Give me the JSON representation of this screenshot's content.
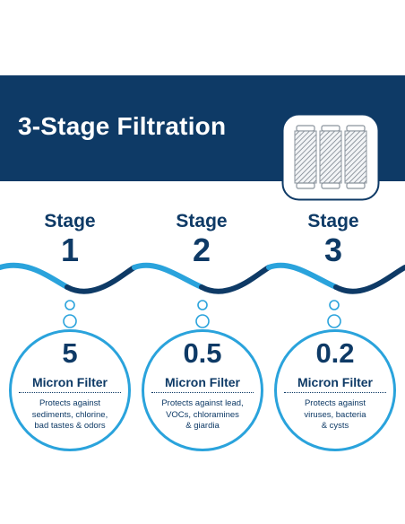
{
  "banner": {
    "title": "3-Stage Filtration"
  },
  "colors": {
    "navy": "#0e3a66",
    "light_blue": "#2aa3dc",
    "white": "#ffffff"
  },
  "stages": [
    {
      "label": "Stage",
      "number": "1",
      "value": "5",
      "filter": "Micron Filter",
      "description": [
        "Protects against",
        "sediments, chlorine,",
        "bad tastes & odors"
      ]
    },
    {
      "label": "Stage",
      "number": "2",
      "value": "0.5",
      "filter": "Micron Filter",
      "description": [
        "Protects against lead,",
        "VOCs, chloramines",
        "& giardia"
      ]
    },
    {
      "label": "Stage",
      "number": "3",
      "value": "0.2",
      "filter": "Micron Filter",
      "description": [
        "Protects against",
        "viruses, bacteria",
        "& cysts"
      ]
    }
  ],
  "icons": {
    "filters": "filter-cartridges-icon",
    "bubbles": "bubbles-icon",
    "wave": "water-wave-icon"
  }
}
